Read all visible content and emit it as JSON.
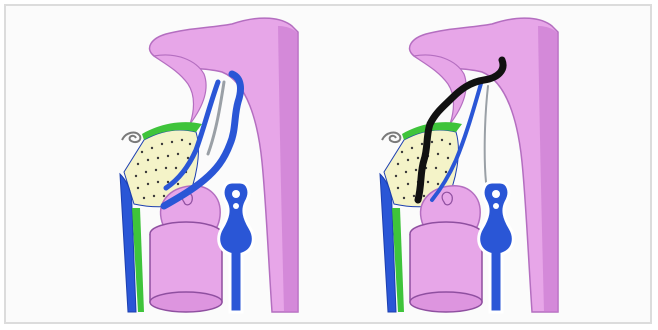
{
  "figure": {
    "panels": [
      {
        "id": "left",
        "variant": "blue-outline"
      },
      {
        "id": "right",
        "variant": "black-outline"
      }
    ],
    "colors": {
      "tissue_pink": "#e7a6e8",
      "tissue_pink_dark": "#c877cf",
      "tissue_shadow": "#b46ec0",
      "blue": "#2a56d6",
      "blue_dark": "#1c3fb0",
      "green": "#3fc43b",
      "dotted_fill": "#f4f3c8",
      "black_outline": "#111111",
      "frame": "#dcdcdc"
    }
  }
}
